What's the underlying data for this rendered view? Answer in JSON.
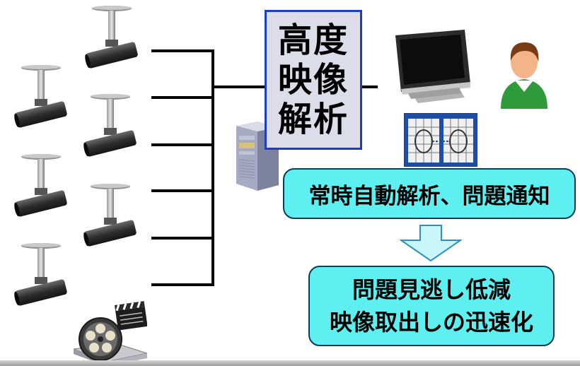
{
  "analysis": {
    "line1": "高度",
    "line2": "映像",
    "line3": "解析"
  },
  "callout_top": {
    "text": "常時自動解析、問題通知"
  },
  "callout_bottom": {
    "line1": "問題見逃し低減",
    "line2": "映像取出しの迅速化"
  },
  "colors": {
    "box_fill": "#dcdde8",
    "box_border": "#1a3cc8",
    "callout_fill": "#5ef0f0",
    "arrow_fill": "#c9f6fb",
    "arrow_stroke": "#2b8fc8",
    "line": "#000000"
  },
  "icons": [
    "security-camera-icon",
    "server-icon",
    "monitor-icon",
    "user-icon",
    "face-analysis-icon",
    "film-reel-icon",
    "down-arrow-icon"
  ]
}
